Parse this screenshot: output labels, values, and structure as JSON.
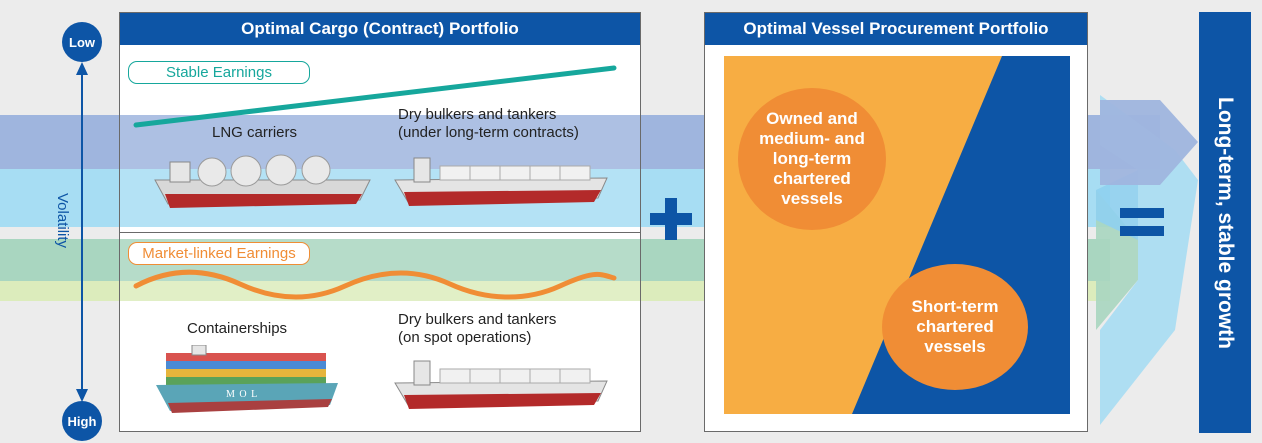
{
  "cargo_panel": {
    "title": "Optimal Cargo (Contract) Portfolio",
    "stable_pill": "Stable Earnings",
    "market_pill": "Market-linked Earnings",
    "lng_label": "LNG carriers",
    "dry_long_term_label": "Dry bulkers and tankers\n(under long-term contracts)",
    "container_label": "Containerships",
    "dry_spot_label": "Dry bulkers and tankers\n(on spot operations)",
    "container_hull_text": "M O L"
  },
  "volatility_axis": {
    "top_label": "Low",
    "bottom_label": "High",
    "axis_label": "Volatility"
  },
  "operators": {
    "plus": "+",
    "equals": "="
  },
  "vessel_panel": {
    "title": "Optimal Vessel Procurement Portfolio",
    "owned_text": "Owned and\nmedium- and\nlong-term\nchartered\nvessels",
    "short_term_text": "Short-term\nchartered\nvessels"
  },
  "result": {
    "text": "Long-term, stable growth"
  },
  "colors": {
    "brand_blue": "#0d55a6",
    "teal_line": "#16a79c",
    "orange": "#f08d35",
    "yellow_triangle": "#f7ad43",
    "band_blue": "#9fb5de",
    "band_cyan": "#a7ddf3",
    "band_green": "#a9d6c0",
    "band_lightgreen": "#dcecbc"
  }
}
